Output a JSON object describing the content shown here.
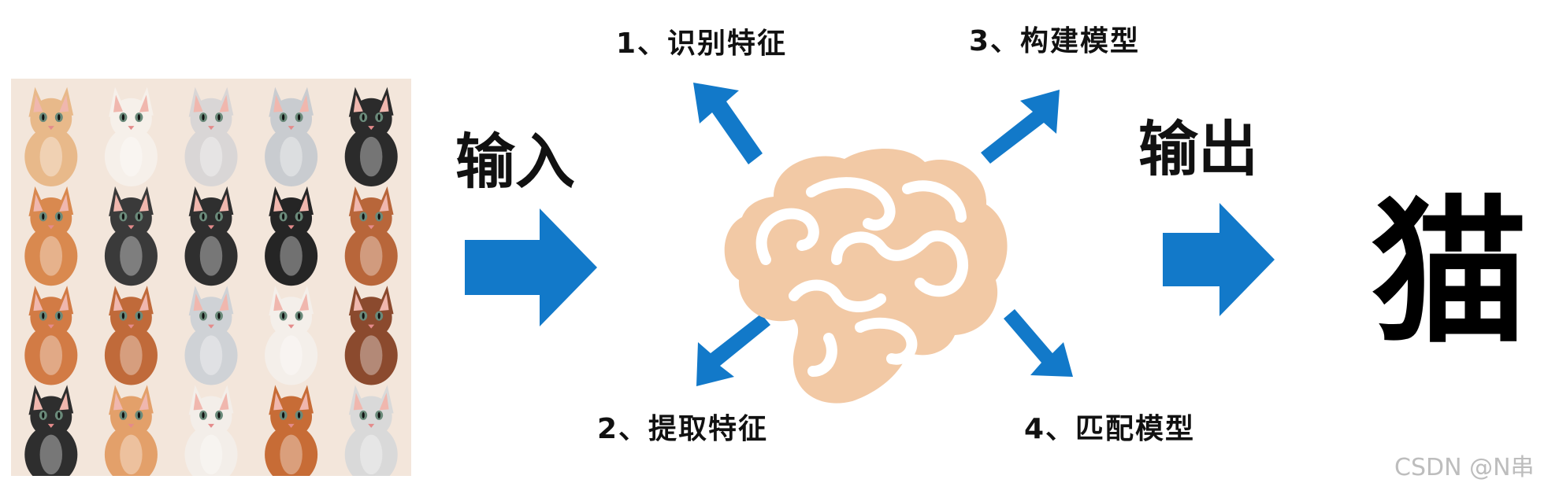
{
  "colors": {
    "arrow": "#1279c9",
    "brain_fill": "#f2c9a5",
    "brain_line": "#ffffff",
    "text": "#111111",
    "watermark": "#bdbdbd",
    "cat_background": "#f3e6db"
  },
  "input_label": "输入",
  "output_label": "输出",
  "result": "猫",
  "steps": [
    {
      "label": "1、识别特征"
    },
    {
      "label": "2、提取特征"
    },
    {
      "label": "3、构建模型"
    },
    {
      "label": "4、匹配模型"
    }
  ],
  "watermark": "CSDN @N串",
  "icons": {
    "input_image": "cat-photo-grid",
    "center": "brain-icon"
  }
}
